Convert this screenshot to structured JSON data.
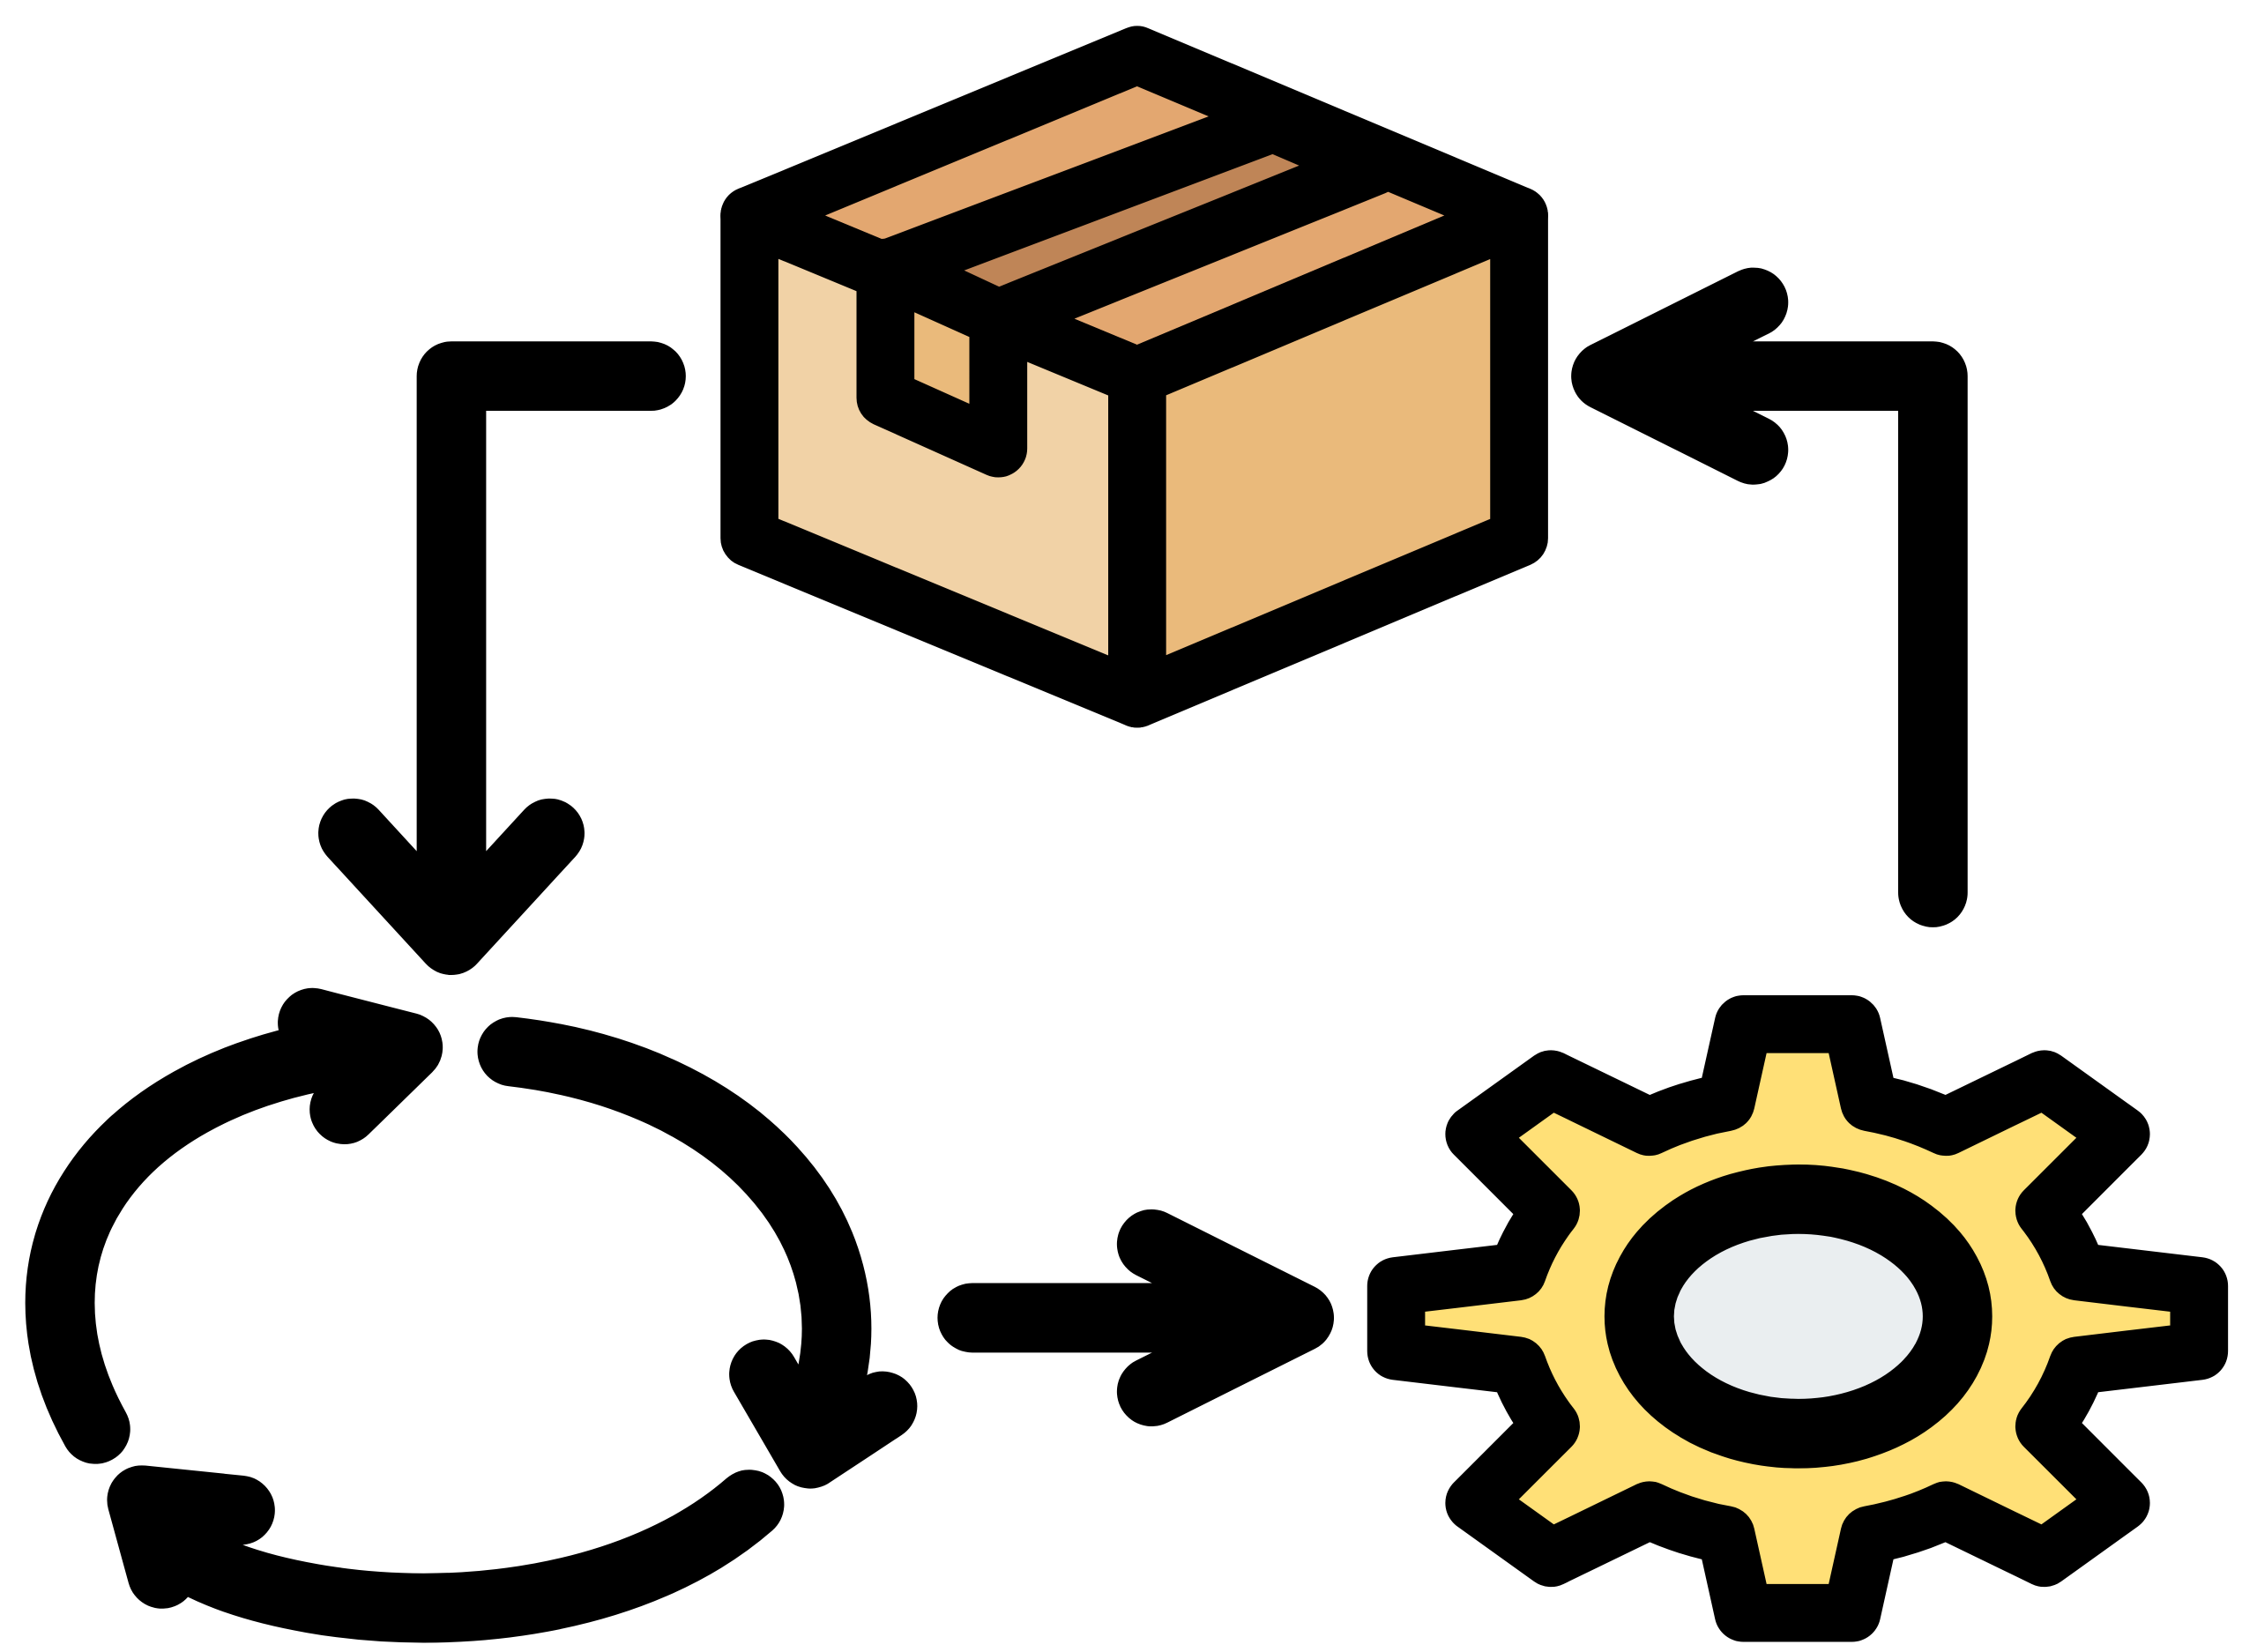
{
  "diagram": {
    "type": "process-cycle-icon",
    "nodes": [
      {
        "id": "box",
        "icon": "cardboard-box-icon"
      },
      {
        "id": "cycle",
        "icon": "circular-arrows-icon"
      },
      {
        "id": "gear",
        "icon": "gear-icon"
      }
    ],
    "edges": [
      {
        "from": "box",
        "to": "cycle",
        "icon": "elbow-arrow-down-icon"
      },
      {
        "from": "cycle",
        "to": "gear",
        "icon": "arrow-right-icon"
      },
      {
        "from": "gear",
        "to": "box",
        "icon": "elbow-arrow-left-icon"
      }
    ]
  },
  "colors": {
    "outline": "#000000",
    "box_top": "#E3A770",
    "box_tape": "#BF8557",
    "box_left": "#F1D2A6",
    "box_right": "#EABA7B",
    "gear_fill": "#FFE077",
    "gear_hole": "#EAEEF0",
    "background": "#FFFFFF"
  }
}
